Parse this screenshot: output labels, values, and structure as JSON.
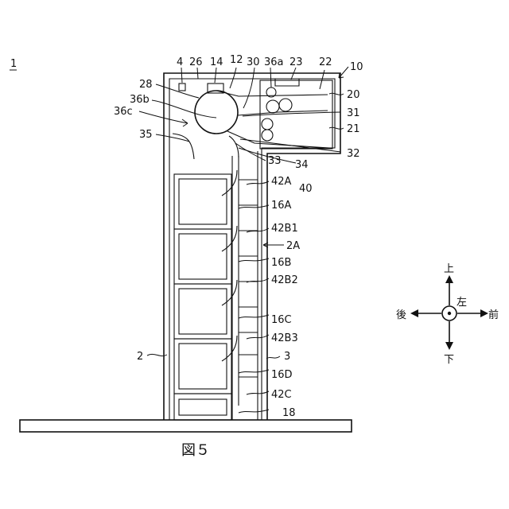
{
  "figure": {
    "caption": "図５",
    "assembly_label": "1",
    "labels": {
      "n4": "4",
      "n26": "26",
      "n14": "14",
      "n12": "12",
      "n30": "30",
      "n36a": "36a",
      "n23": "23",
      "n22": "22",
      "n10": "10",
      "n20": "20",
      "n28": "28",
      "n36b": "36b",
      "n36c": "36c",
      "n31": "31",
      "n21": "21",
      "n35": "35",
      "n32": "32",
      "n33": "33",
      "n34": "34",
      "n42A": "42A",
      "n40": "40",
      "n16A": "16A",
      "n42B1": "42B1",
      "n2A": "2A",
      "n16B": "16B",
      "n42B2": "42B2",
      "n16C": "16C",
      "n42B3": "42B3",
      "n2": "2",
      "n3": "3",
      "n16D": "16D",
      "n42C": "42C",
      "n18": "18"
    },
    "directions": {
      "up": "上",
      "down": "下",
      "back": "後",
      "front": "前",
      "left": "左"
    }
  }
}
